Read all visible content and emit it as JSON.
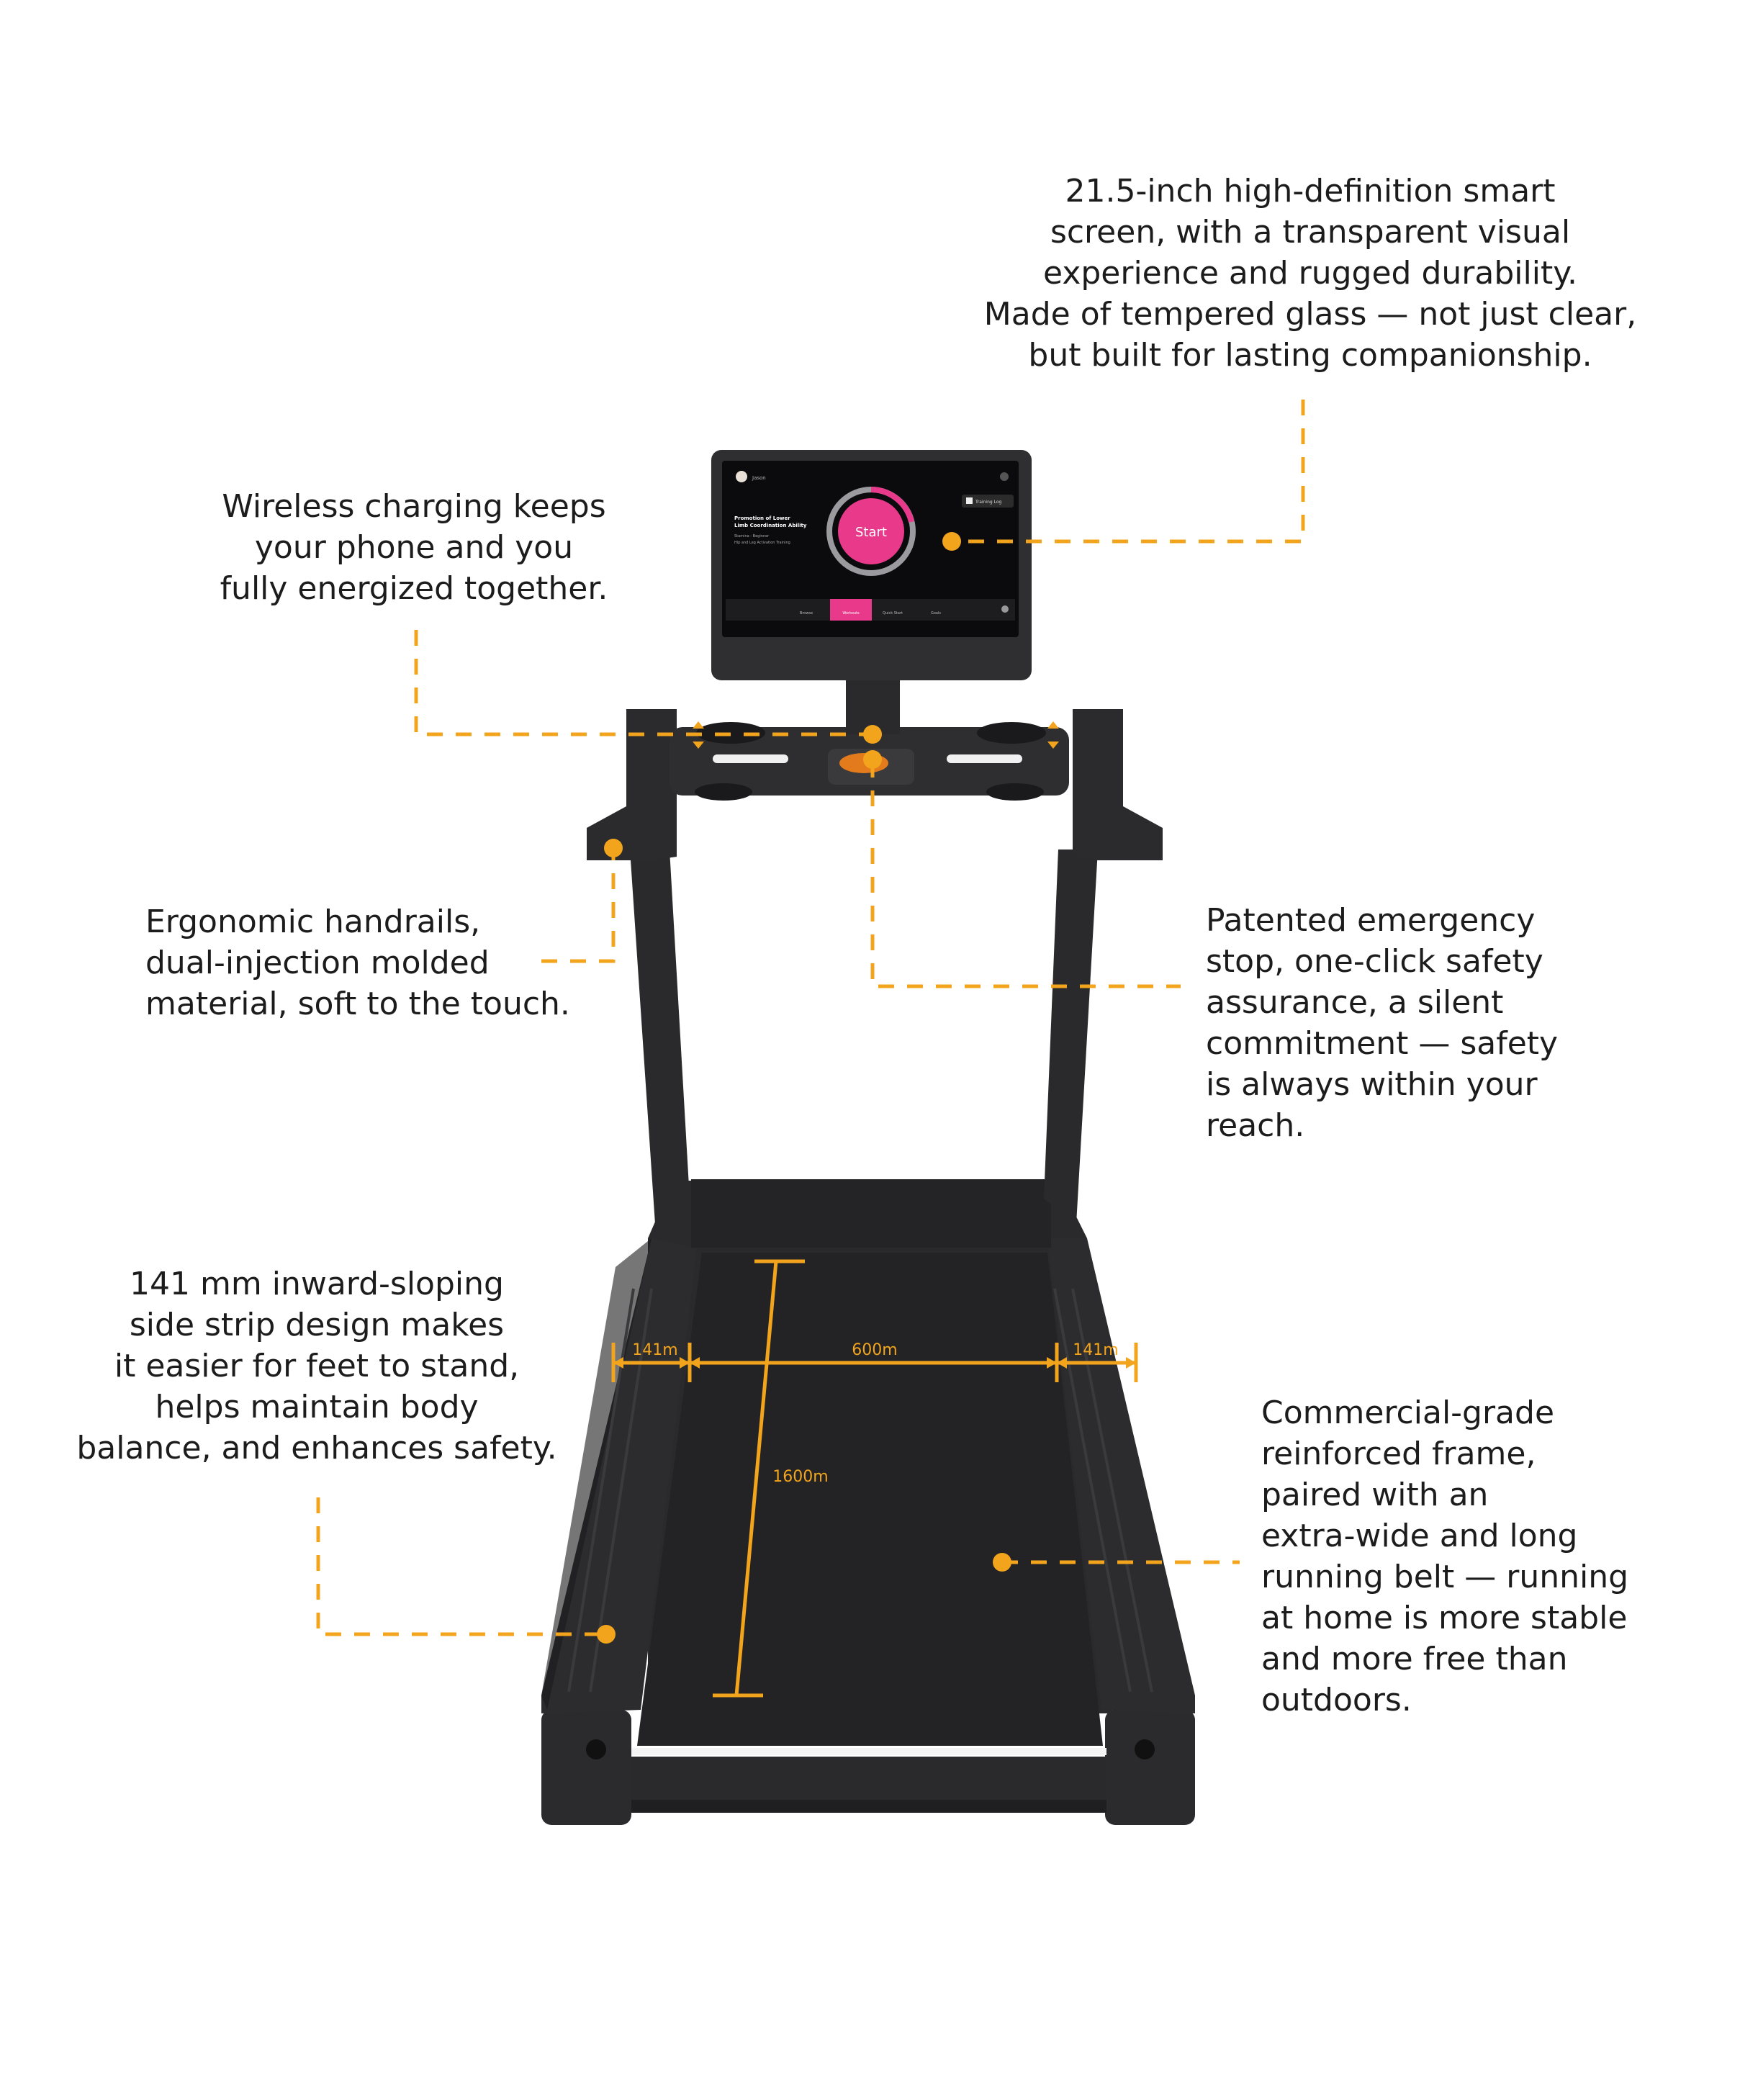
{
  "callouts": {
    "screen": [
      "21.5-inch high-definition smart",
      "screen,  with a transparent visual",
      "experience and rugged durability.",
      "Made of tempered glass — not just clear,",
      "but built for lasting companionship."
    ],
    "charging": [
      "Wireless charging keeps",
      "your phone and you",
      "fully energized together."
    ],
    "handrails": [
      "Ergonomic handrails,",
      "dual-injection molded",
      "material, soft to the touch."
    ],
    "emergency": [
      "Patented emergency",
      "stop,  one-click safety",
      "assurance,  a silent",
      "commitment — safety",
      "is always within your",
      "reach."
    ],
    "side_strip": [
      "141 mm inward-sloping",
      "side strip design makes",
      "it easier for feet to stand,",
      "helps maintain body",
      "balance, and enhances safety."
    ],
    "frame": [
      "Commercial-grade",
      "reinforced frame,",
      "paired with an",
      "extra-wide and long",
      "running belt — running",
      "at home is more stable",
      "and more free than",
      "outdoors."
    ]
  },
  "dimensions": {
    "left_strip": "141m",
    "belt_width": "600m",
    "right_strip": "141m",
    "belt_length": "1600m"
  },
  "screen_ui": {
    "user": "Jason",
    "program_title_1": "Promotion of Lower",
    "program_title_2": "Limb Coordination Ability",
    "sub_1": "Stamina - Beginner",
    "sub_2": "Hip and Leg Activation Training",
    "start_label": "Start",
    "training_log": "Training Log",
    "nav": [
      "Browse",
      "Workouts",
      "Quick Start",
      "Goals"
    ]
  },
  "colors": {
    "accent": "#f2a41c",
    "frame": "#2b2b2d",
    "belt": "#232325",
    "screen_pink": "#e8398a"
  }
}
